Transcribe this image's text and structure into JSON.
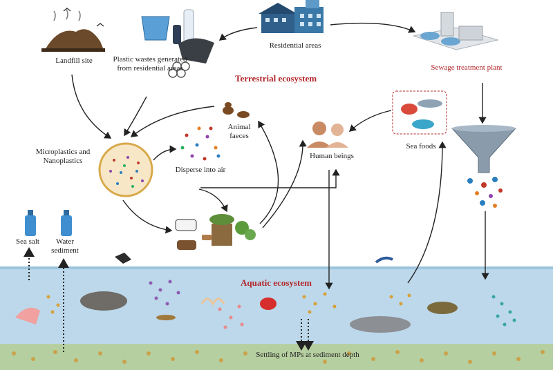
{
  "labels": {
    "landfill": "Landfill site",
    "plastic_wastes": "Plastic wastes generated from residential areas",
    "residential": "Residential areas",
    "sewage": "Sewage treatment plant",
    "terrestrial": "Terrestrial ecosystem",
    "micro_nano": "Microplastics and Nanoplastics",
    "animal_faeces": "Animal faeces",
    "disperse_air": "Disperse into air",
    "human_beings": "Human beings",
    "sea_foods": "Sea foods",
    "sea_salt": "Sea salt",
    "water_sediment": "Water sediment",
    "aquatic": "Aquatic ecosystem",
    "settling": "Settling of MPs at sediment depth"
  },
  "colors": {
    "water": "#bcd8ea",
    "sediment": "#b6cfa0",
    "accent_red": "#b3262a"
  }
}
